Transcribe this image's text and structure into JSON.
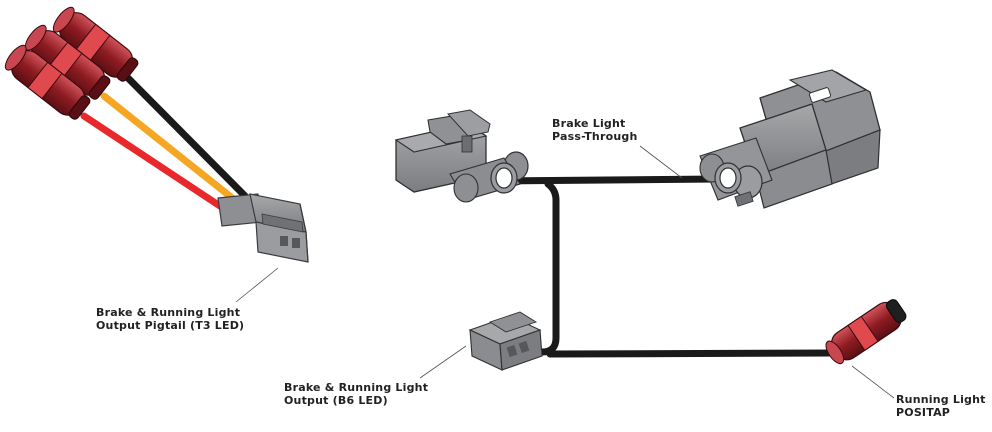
{
  "labels": {
    "pigtail": {
      "line1": "Brake & Running Light",
      "line2": "Output Pigtail (T3 LED)"
    },
    "passthrough": {
      "line1": "Brake Light",
      "line2": "Pass-Through"
    },
    "b6": {
      "line1": "Brake & Running Light",
      "line2": "Output (B6 LED)"
    },
    "positap": {
      "line1": "Running Light",
      "line2": "POSITAP"
    }
  },
  "colors": {
    "wire_black": "#1a1a1a",
    "wire_orange": "#f5a623",
    "wire_red": "#e8282b",
    "connector_grey": "#8a8c8e",
    "connector_dark": "#6b6d6f",
    "tap_red": "#a8202a",
    "tap_band": "#e04a4f"
  }
}
